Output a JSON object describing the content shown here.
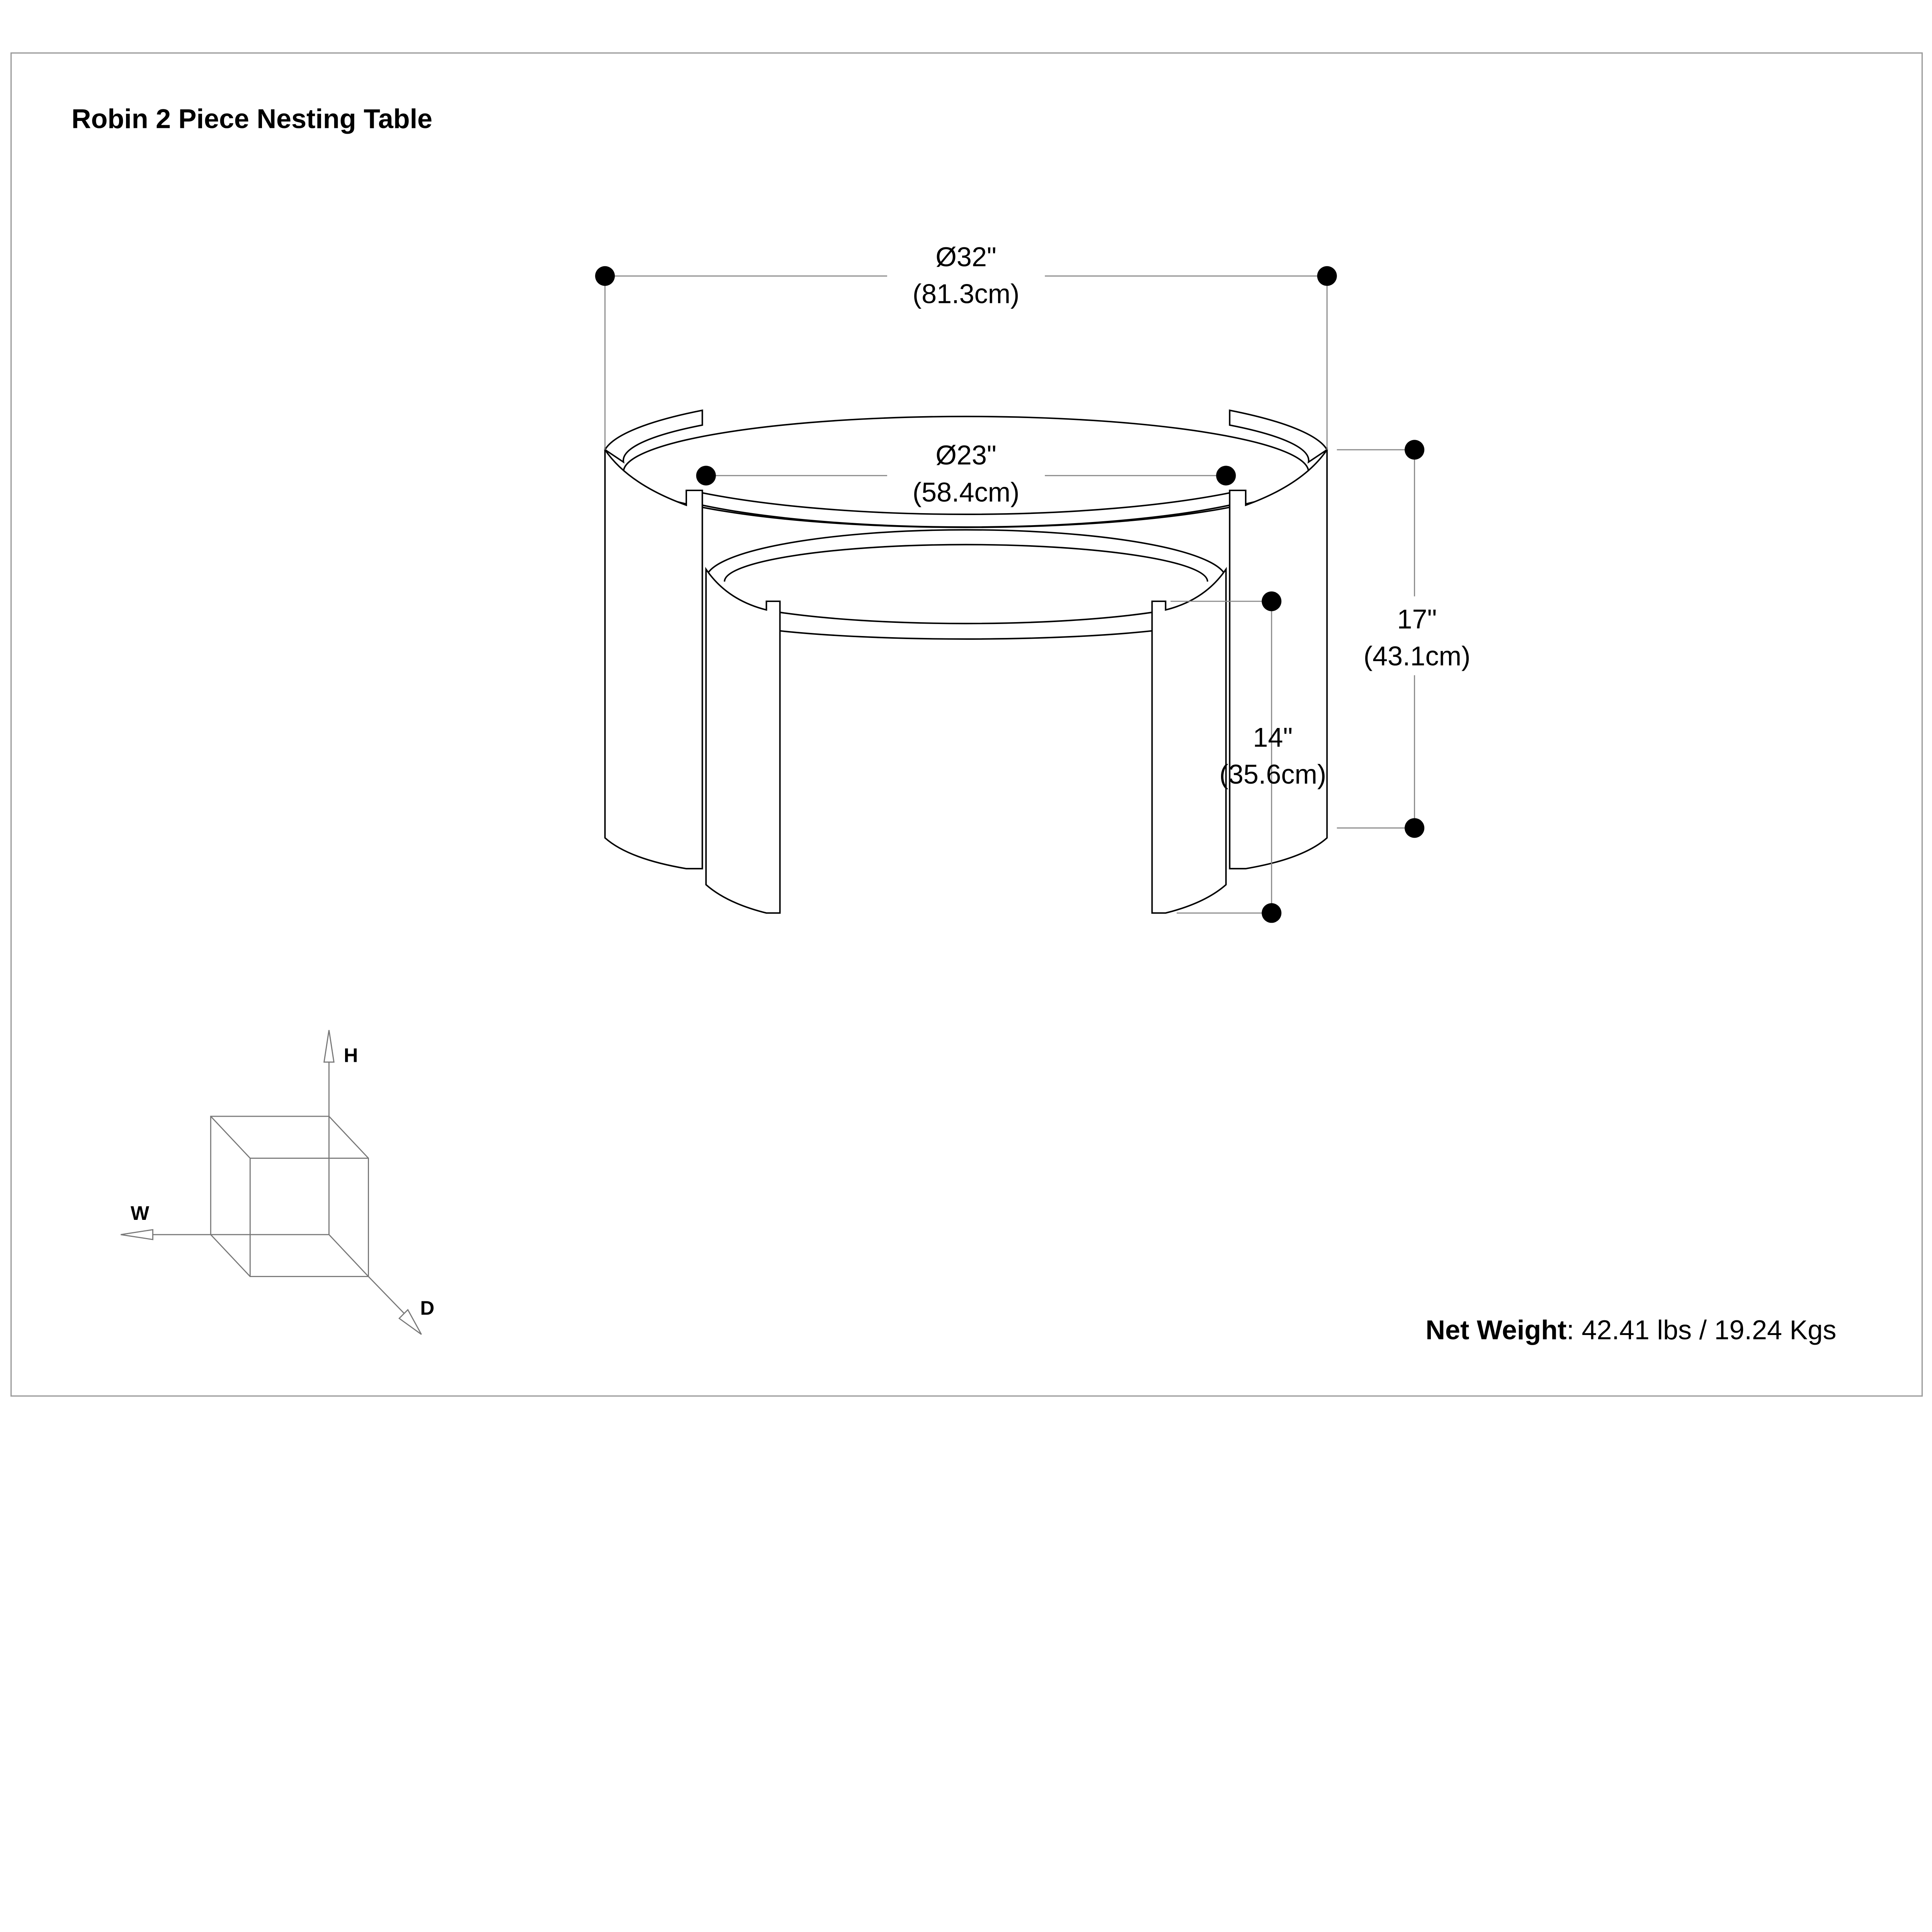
{
  "title": "Robin 2 Piece Nesting Table",
  "dimensions": {
    "outer_diameter": {
      "in": "Ø32\"",
      "cm": "(81.3cm)"
    },
    "inner_diameter": {
      "in": "Ø23\"",
      "cm": "(58.4cm)"
    },
    "large_height": {
      "in": "17\"",
      "cm": "(43.1cm)"
    },
    "small_height": {
      "in": "14\"",
      "cm": "(35.6cm)"
    }
  },
  "axes": {
    "h": "H",
    "w": "W",
    "d": "D"
  },
  "weight": {
    "label": "Net Weight",
    "value": ": 42.41 lbs / 19.24 Kgs"
  }
}
